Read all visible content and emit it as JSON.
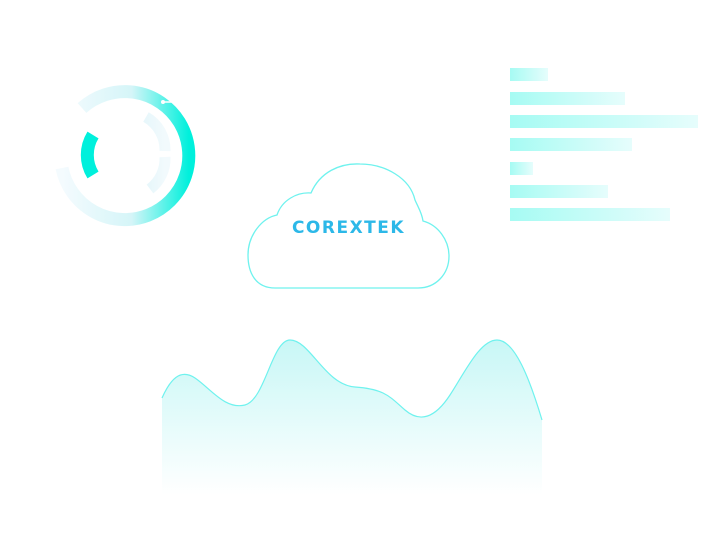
{
  "brand": {
    "name": "COREXTEK"
  },
  "bars": [
    {
      "value": 0.2
    },
    {
      "value": 0.61
    },
    {
      "value": 1.0
    },
    {
      "value": 0.65
    },
    {
      "value": 0.12
    },
    {
      "value": 0.52
    },
    {
      "value": 0.85
    }
  ],
  "colors": {
    "accent": "#00f0dc",
    "text": "#2cb8e8",
    "cloud": "#6ff2ee"
  }
}
